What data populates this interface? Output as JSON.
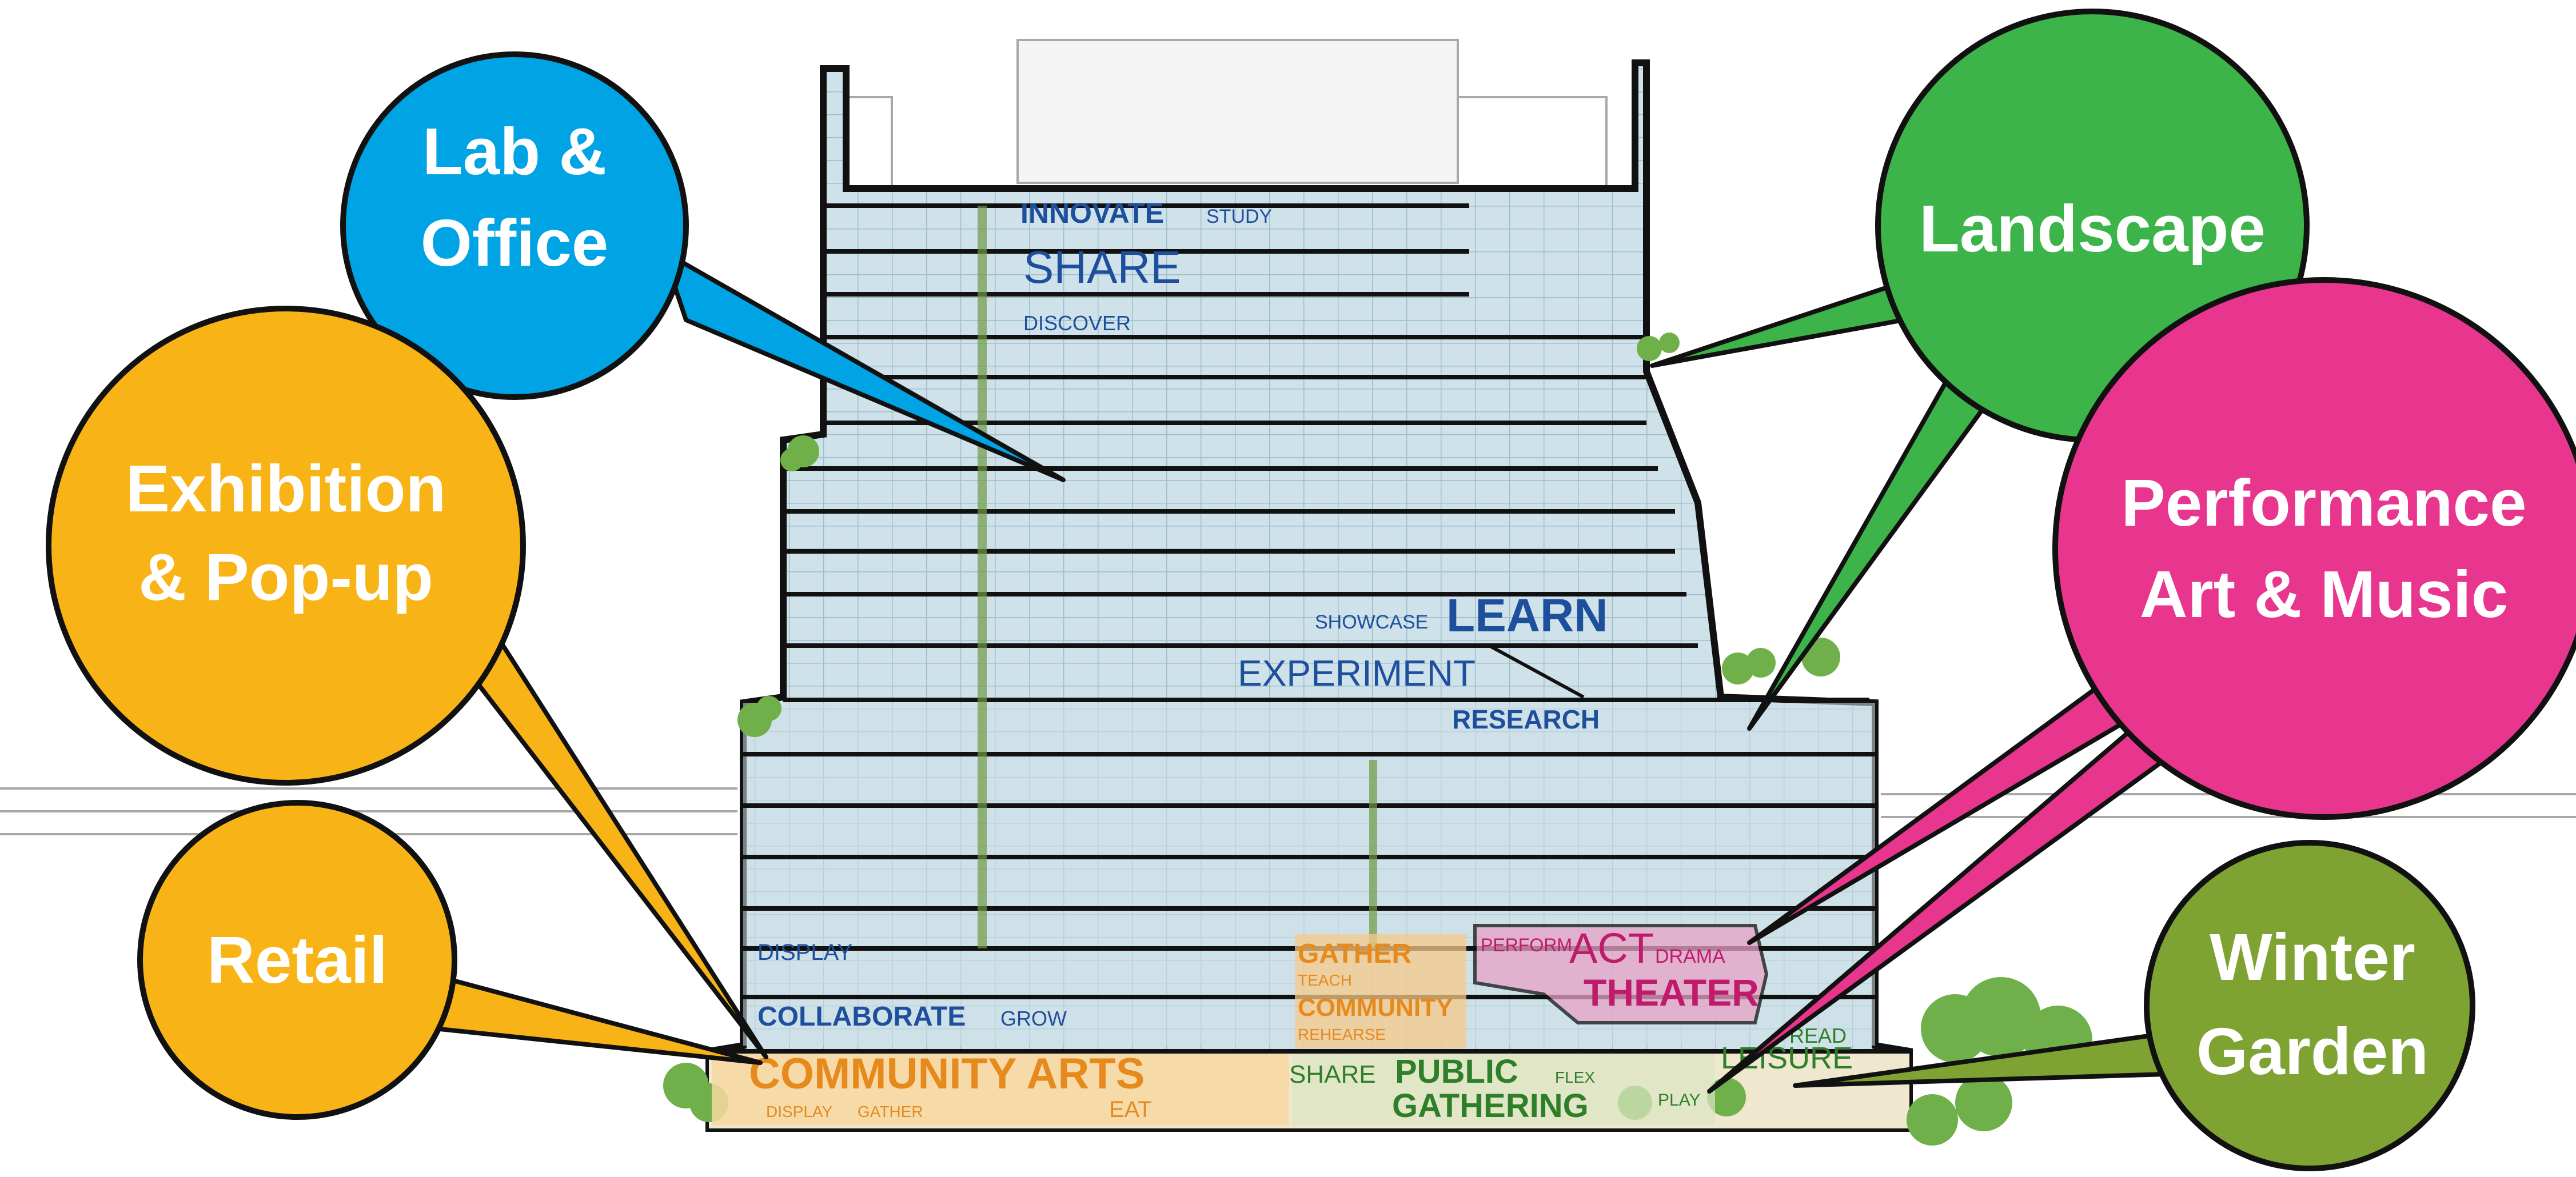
{
  "colors": {
    "blue": "#00a3e4",
    "orange": "#f8b417",
    "green": "#3cb449",
    "magenta": "#e8368f",
    "olive": "#7fa332",
    "navy": "#1d4f9c",
    "word_orange": "#e78a1e",
    "word_green": "#2f7f2a",
    "word_magenta": "#c01a6c",
    "outline": "#111111",
    "glass": "#c7dde6"
  },
  "callouts": {
    "lab_office": [
      "Lab &",
      "Office"
    ],
    "exhibition": [
      "Exhibition",
      "& Pop-up"
    ],
    "retail": [
      "Retail"
    ],
    "landscape": [
      "Landscape"
    ],
    "performance": [
      "Performance",
      "Art & Music"
    ],
    "winter_garden": [
      "Winter",
      "Garden"
    ]
  },
  "words": {
    "innovate": "INNOVATE",
    "study": "STUDY",
    "share_top": "SHARE",
    "discover": "DISCOVER",
    "showcase": "SHOWCASE",
    "learn": "LEARN",
    "experiment": "EXPERIMENT",
    "research": "RESEARCH",
    "display_mid": "DISPLAY",
    "collaborate": "COLLABORATE",
    "grow": "GROW",
    "gather": "GATHER",
    "teach": "TEACH",
    "community": "COMMUNITY",
    "rehearse": "REHEARSE",
    "community_arts": "COMMUNITY ARTS",
    "display_low": "DISPLAY",
    "gather_low": "GATHER",
    "eat": "EAT",
    "perform": "PERFORM",
    "act": "ACT",
    "drama": "DRAMA",
    "theater": "THEATER",
    "share_low": "SHARE",
    "public": "PUBLIC",
    "gathering": "GATHERING",
    "flex": "FLEX",
    "read": "READ",
    "leisure": "LEISURE",
    "play": "PLAY"
  }
}
